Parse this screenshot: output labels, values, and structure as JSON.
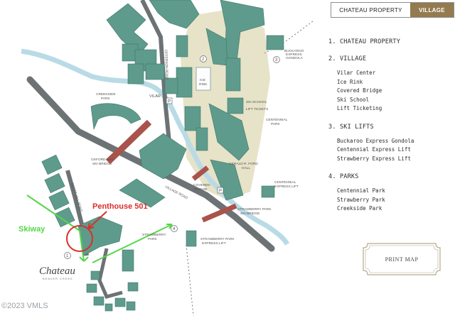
{
  "tabs": {
    "chateau": "CHATEAU PROPERTY",
    "village": "VILLAGE"
  },
  "legend": [
    {
      "title": "1. CHATEAU PROPERTY",
      "items": []
    },
    {
      "title": "2. VILLAGE",
      "items": [
        "Vilar Center",
        "Ice Rink",
        "Covered Bridge",
        "Ski School",
        "Lift Ticketing"
      ]
    },
    {
      "title": "3. SKI LIFTS",
      "items": [
        "Buckaroo Express Gondola",
        "Centennial Express Lift",
        "Strawberry Express Lift"
      ]
    },
    {
      "title": "4. PARKS",
      "items": [
        "Centennial Park",
        "Strawberry Park",
        "Creekside Park"
      ]
    }
  ],
  "print_button": "PRINT MAP",
  "map": {
    "labels": {
      "creekside_park": [
        "CREEKSIDE",
        "PARK"
      ],
      "vilar": "VILAR",
      "ice_rink": [
        "ICE",
        "RINK"
      ],
      "ski_school": "SKI SCHOOL",
      "lift_tickets": "LIFT TICKETS",
      "centennial_park": [
        "CENTENNIAL",
        "PARK"
      ],
      "buckaroo": [
        "BUCKAROO",
        "EXPRESS",
        "GONDOLA"
      ],
      "oxford_way": [
        "OXFORD WAY",
        "SKI BRIDGE"
      ],
      "gerald_ford": [
        "GERALD R. FORD",
        "HALL"
      ],
      "covered_bridge": [
        "COVERED",
        "BRIDGE"
      ],
      "centennial_lift": [
        "CENTENNIAL",
        "EXPRESS LIFT"
      ],
      "village_road": "VILLAGE ROAD",
      "strawberry_bridge": [
        "STRAWBERRY PARK",
        "SKI BRIDGE"
      ],
      "strawberry_park": [
        "STRAWBERRY",
        "PARK"
      ],
      "strawberry_lift": [
        "STRAWBERRY PARK",
        "EXPRESS LIFT"
      ],
      "scott_hill": "SCOTT HILL ROAD",
      "offerson": "OFFERSON ROAD"
    },
    "markers": [
      "1",
      "2",
      "3",
      "4"
    ],
    "callouts": {
      "penthouse": "Penthouse 501",
      "skiway": "Skiway"
    },
    "logo": {
      "name": "Chateau",
      "tagline": "BEAVER CREEK"
    }
  },
  "copyright": "©2023 VMLS",
  "colors": {
    "building": "#5e9b8c",
    "plaza": "#e6e3c8",
    "river": "#b9dbe6",
    "road": "#6d7275",
    "bridge": "#a9534b",
    "callout": "#d9302a",
    "arrow": "#55d64a",
    "accent": "#947a4f"
  }
}
